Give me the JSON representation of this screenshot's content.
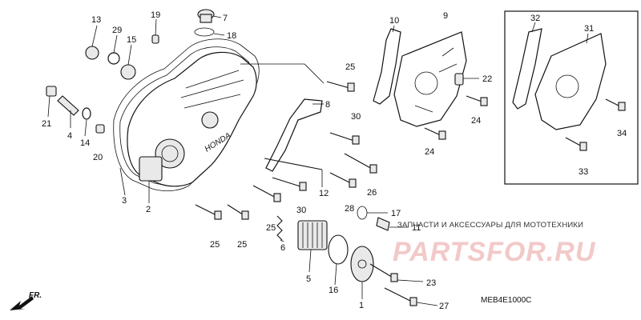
{
  "watermark": {
    "subtitle": "ЗАПЧАСТИ И АКСЕССУАРЫ ДЛЯ МОТОТЕХНИКИ",
    "brand": "PARTSFOR.RU"
  },
  "diagram_code": "MEB4E1000C",
  "front_indicator": "FR.",
  "callouts": [
    {
      "id": "c13",
      "label": "13"
    },
    {
      "id": "c29",
      "label": "29"
    },
    {
      "id": "c15",
      "label": "15"
    },
    {
      "id": "c19",
      "label": "19"
    },
    {
      "id": "c7",
      "label": "7"
    },
    {
      "id": "c18",
      "label": "18"
    },
    {
      "id": "c10",
      "label": "10"
    },
    {
      "id": "c9",
      "label": "9"
    },
    {
      "id": "c32",
      "label": "32"
    },
    {
      "id": "c31",
      "label": "31"
    },
    {
      "id": "c25a",
      "label": "25"
    },
    {
      "id": "c22",
      "label": "22"
    },
    {
      "id": "c8",
      "label": "8"
    },
    {
      "id": "c24a",
      "label": "24"
    },
    {
      "id": "c34",
      "label": "34"
    },
    {
      "id": "c21",
      "label": "21"
    },
    {
      "id": "c4",
      "label": "4"
    },
    {
      "id": "c14",
      "label": "14"
    },
    {
      "id": "c20",
      "label": "20"
    },
    {
      "id": "c30a",
      "label": "30"
    },
    {
      "id": "c24b",
      "label": "24"
    },
    {
      "id": "c33",
      "label": "33"
    },
    {
      "id": "c3",
      "label": "3"
    },
    {
      "id": "c2",
      "label": "2"
    },
    {
      "id": "c12",
      "label": "12"
    },
    {
      "id": "c26",
      "label": "26"
    },
    {
      "id": "c28",
      "label": "28"
    },
    {
      "id": "c17",
      "label": "17"
    },
    {
      "id": "c30b",
      "label": "30"
    },
    {
      "id": "c11",
      "label": "11"
    },
    {
      "id": "c25b",
      "label": "25"
    },
    {
      "id": "c25c",
      "label": "25"
    },
    {
      "id": "c25d",
      "label": "25"
    },
    {
      "id": "c6",
      "label": "6"
    },
    {
      "id": "c5",
      "label": "5"
    },
    {
      "id": "c16",
      "label": "16"
    },
    {
      "id": "c23",
      "label": "23"
    },
    {
      "id": "c1",
      "label": "1"
    },
    {
      "id": "c27",
      "label": "27"
    }
  ]
}
